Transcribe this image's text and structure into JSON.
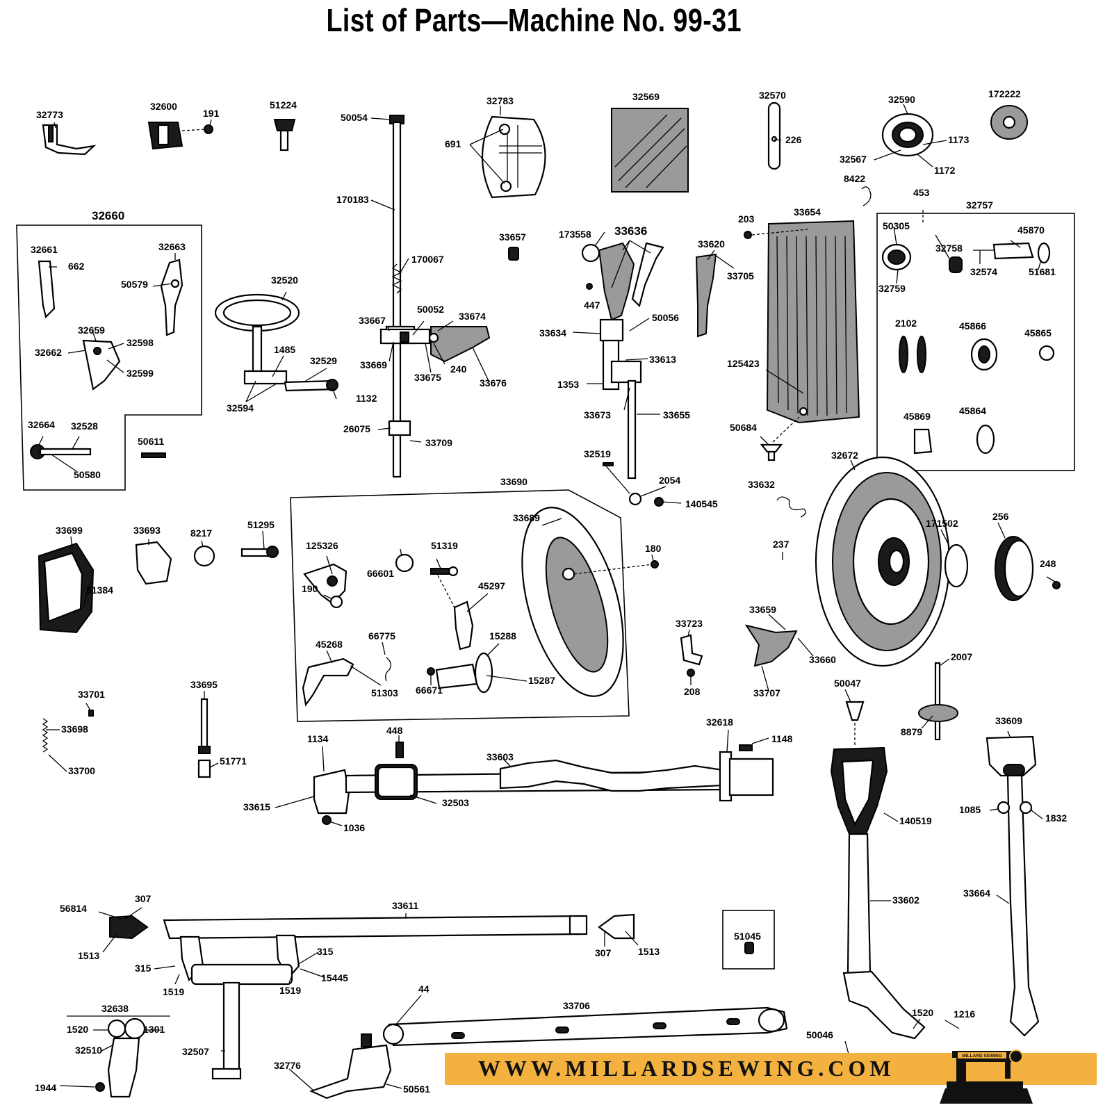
{
  "title": "List of Parts—Machine No. 99-31",
  "watermark": {
    "url_text": "WWW.MILLARDSEWING.COM",
    "logo_text": "MILLARD SEWING",
    "banner_color": "#f3b23f"
  },
  "groups": {
    "g32660": "32660",
    "g32757": "32757",
    "g33690": "33690",
    "g32638": "32638"
  },
  "labels": {
    "p32773": "32773",
    "p32600": "32600",
    "p191": "191",
    "p51224": "51224",
    "p50054": "50054",
    "p32783": "32783",
    "p691": "691",
    "p32569": "32569",
    "p32570": "32570",
    "p226": "226",
    "p32590": "32590",
    "p172222": "172222",
    "p32567": "32567",
    "p1173": "1173",
    "p1172": "1172",
    "p8422": "8422",
    "p170183": "170183",
    "p453": "453",
    "p203": "203",
    "p33654": "33654",
    "p50305": "50305",
    "p45870": "45870",
    "p32758": "32758",
    "p32574": "32574",
    "p51681": "51681",
    "p32759": "32759",
    "p2102": "2102",
    "p45866": "45866",
    "p45865": "45865",
    "p45869": "45869",
    "p45864": "45864",
    "p32661": "32661",
    "p662": "662",
    "p32663": "32663",
    "p50579": "50579",
    "p32659": "32659",
    "p32662": "32662",
    "p32598": "32598",
    "p32599": "32599",
    "p32664": "32664",
    "p32528": "32528",
    "p50580": "50580",
    "p50611": "50611",
    "p32520": "32520",
    "p1485": "1485",
    "p32529": "32529",
    "p32594": "32594",
    "p1132": "1132",
    "p33657": "33657",
    "p170067": "170067",
    "p50052": "50052",
    "p33674": "33674",
    "p33667": "33667",
    "p33669": "33669",
    "p33675": "33675",
    "p240": "240",
    "p33676": "33676",
    "p26075": "26075",
    "p33709": "33709",
    "p173558": "173558",
    "p33636": "33636",
    "p447": "447",
    "p50056": "50056",
    "p33634": "33634",
    "p33613": "33613",
    "p1353": "1353",
    "p33673": "33673",
    "p33655": "33655",
    "p32519": "32519",
    "p2054": "2054",
    "p140545": "140545",
    "p33620": "33620",
    "p33705": "33705",
    "p125423": "125423",
    "p50684": "50684",
    "p33632": "33632",
    "p32672": "32672",
    "p171502": "171502",
    "p256": "256",
    "p237": "237",
    "p248": "248",
    "p33699": "33699",
    "p51384": "51384",
    "p33693": "33693",
    "p8217": "8217",
    "p51295": "51295",
    "p125326": "125326",
    "p190": "190",
    "p66601": "66601",
    "p51319": "51319",
    "p45297": "45297",
    "p33689": "33689",
    "p180": "180",
    "p45268": "45268",
    "p66775": "66775",
    "p51303": "51303",
    "p15288": "15288",
    "p66671": "66671",
    "p15287": "15287",
    "p33723": "33723",
    "p208": "208",
    "p33659": "33659",
    "p33660": "33660",
    "p33707": "33707",
    "p2007": "2007",
    "p8879": "8879",
    "p50047": "50047",
    "p33701": "33701",
    "p33698": "33698",
    "p33700": "33700",
    "p33695": "33695",
    "p51771": "51771",
    "p1134": "1134",
    "p448": "448",
    "p33603": "33603",
    "p32618": "32618",
    "p1148": "1148",
    "p33615": "33615",
    "p32503": "32503",
    "p1036": "1036",
    "p140519": "140519",
    "p33609": "33609",
    "p1085": "1085",
    "p1832": "1832",
    "p33602": "33602",
    "p33664b": "33664",
    "p56814": "56814",
    "p307a": "307",
    "p1513a": "1513",
    "p33611": "33611",
    "p307b": "307",
    "p1513b": "1513",
    "p51045": "51045",
    "p315a": "315",
    "p315b": "315",
    "p15445": "15445",
    "p1519a": "1519",
    "p1519b": "1519",
    "p1520a": "1520",
    "p1301": "1301",
    "p32510": "32510",
    "p1944": "1944",
    "p32507": "32507",
    "p44": "44",
    "p33706": "33706",
    "p32776": "32776",
    "p50561": "50561",
    "p50046": "50046",
    "p1520b": "1520",
    "p1216": "1216"
  }
}
